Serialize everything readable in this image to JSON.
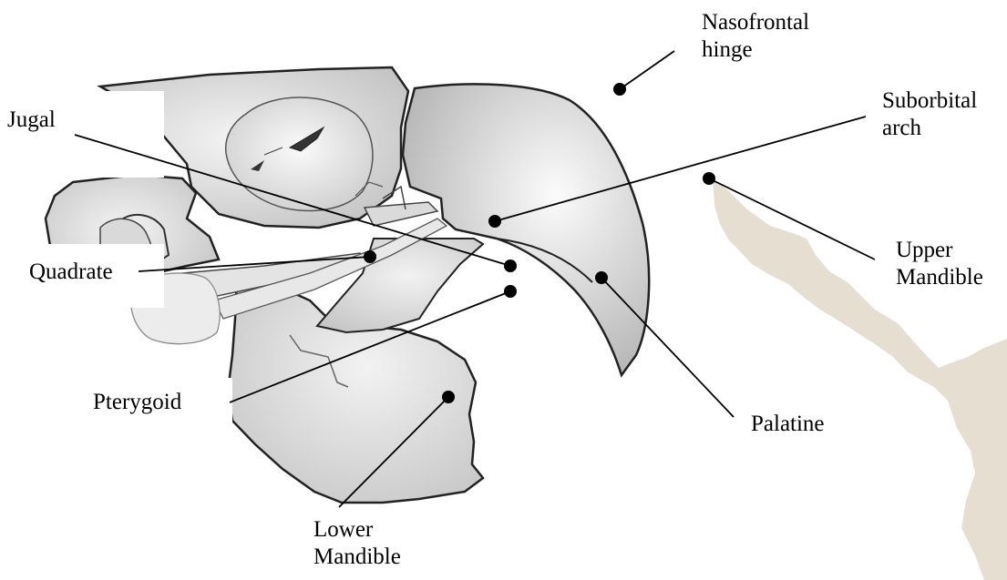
{
  "diagram": {
    "labels": {
      "nasofrontal_hinge": {
        "line1": "Nasofrontal",
        "line2": "hinge"
      },
      "suborbital_arch": {
        "line1": "Suborbital",
        "line2": "arch"
      },
      "jugal": {
        "line1": "Jugal"
      },
      "quadrate": {
        "line1": "Quadrate"
      },
      "upper_mandible": {
        "line1": "Upper",
        "line2": "Mandible"
      },
      "pterygoid": {
        "line1": "Pterygoid"
      },
      "palatine": {
        "line1": "Palatine"
      },
      "lower_mandible": {
        "line1": "Lower",
        "line2": "Mandible"
      }
    },
    "colors": {
      "bone_fill_light": "#f4f4f4",
      "bone_fill_mid": "#c9c9c9",
      "bone_fill_dark": "#a8a8a8",
      "outline": "#222222",
      "faint_outline": "#8a8a8a",
      "map_land": "#e6dfd1",
      "leader_line": "#000000",
      "dot": "#000000"
    }
  }
}
